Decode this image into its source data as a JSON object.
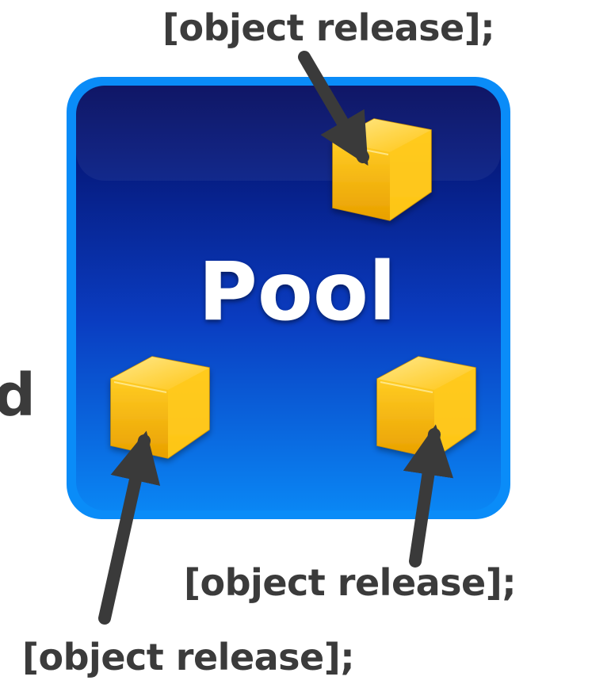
{
  "pool": {
    "title": "Pool"
  },
  "release_labels": {
    "top": "[object release];",
    "right": "[object release];",
    "bottom": "[object release];"
  },
  "cut_off_text": "d",
  "colors": {
    "pool_top": "#040a5e",
    "pool_bottom": "#0a86f4",
    "pool_border": "#0a8cf8",
    "cube_front": "#f2b600",
    "cube_top": "#ffd84a",
    "arrow": "#3a3a3a",
    "text": "#3b3b3b"
  },
  "icons": {
    "object": "cube-icon",
    "pointer": "arrow-icon"
  }
}
